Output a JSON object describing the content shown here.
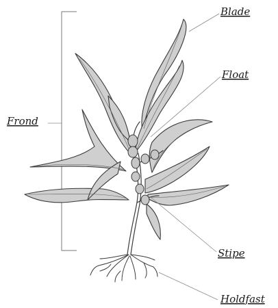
{
  "labels": {
    "blade": "Blade",
    "float": "Float",
    "frond": "Frond",
    "stipe": "Stipe",
    "holdfast": "Holdfast"
  },
  "colors": {
    "blade_fill": "#cfcfcf",
    "outline": "#3a3a3a",
    "leader": "#8a8a8a"
  }
}
